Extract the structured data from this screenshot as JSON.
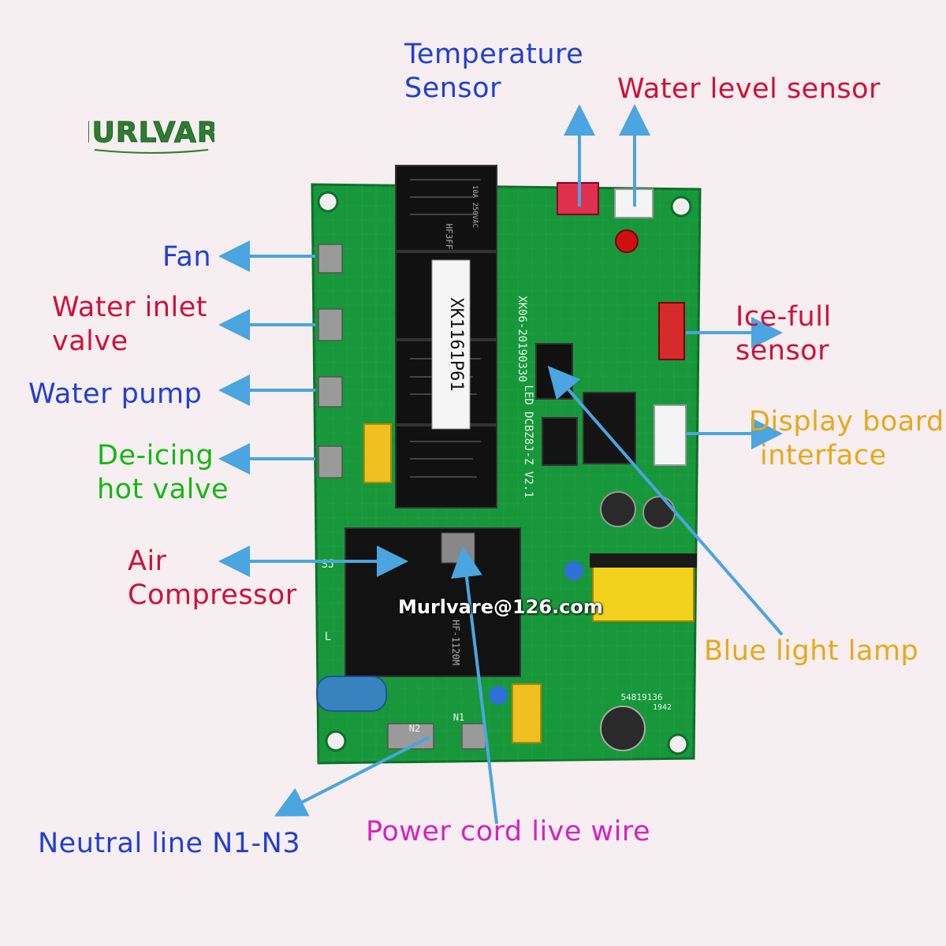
{
  "brand": {
    "logo_text": "MURLVARE",
    "logo_color": "#2e7d32"
  },
  "colors": {
    "arrow": "#4aa5e0",
    "blue": "#1f3fd6",
    "red": "#d0103a",
    "green": "#14b814",
    "orange": "#e8a81a",
    "magenta": "#d522c2",
    "pcb": "#17973a"
  },
  "labels": {
    "temperature_sensor": {
      "line1": "Temperature",
      "line2": "Sensor",
      "color": "#1f3fd6"
    },
    "water_level_sensor": {
      "line1": "Water level sensor",
      "color": "#d0103a"
    },
    "fan": {
      "line1": "Fan",
      "color": "#1f3fd6"
    },
    "water_inlet_valve": {
      "line1": "Water inlet",
      "line2": "valve",
      "color": "#d0103a"
    },
    "ice_full_sensor": {
      "line1": "Ice-full",
      "line2": "sensor",
      "color": "#d0103a"
    },
    "water_pump": {
      "line1": "Water pump",
      "color": "#1f3fd6"
    },
    "display_board_interface": {
      "line1": "Display board",
      "line2": "interface",
      "color": "#e8a81a"
    },
    "de_icing_hot_valve": {
      "line1": "De-icing",
      "line2": "hot valve",
      "color": "#14b814"
    },
    "air_compressor": {
      "line1": "Air",
      "line2": "Compressor",
      "color": "#d0103a"
    },
    "blue_light_lamp": {
      "line1": "Blue light lamp",
      "color": "#e8a81a"
    },
    "neutral_line": {
      "line1": "Neutral line N1-N3",
      "color": "#1f3fd6"
    },
    "power_cord_live_wire": {
      "line1": "Power cord live wire",
      "color": "#d522c2"
    }
  },
  "email_banner": "Murlvare@126.com",
  "board_markings": {
    "relay_label": "XK1161P61",
    "model_code": "XK06-20190330",
    "board_name": "LED DCBZ8J-Z V2.1",
    "relay_brand": "HF3FF",
    "relay_rating": "10A 250VAC",
    "compressor_relay": "HF-1120M",
    "serial": "54819136",
    "date_code": "1942",
    "terminal_n1": "N1",
    "terminal_n2": "N2",
    "terminal_l": "L",
    "terminal_sj": "SJ"
  }
}
